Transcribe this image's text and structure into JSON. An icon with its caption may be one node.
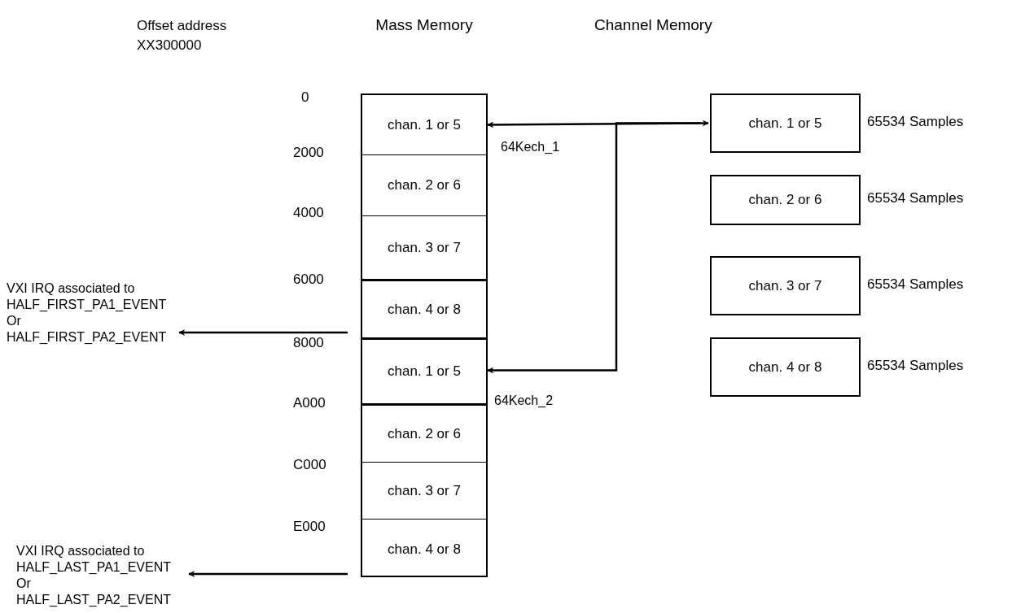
{
  "diagram": {
    "nodes": [
      {
        "text": [
          "Mass Memory"
        ]
      },
      {
        "text": [
          "chan. 1 or 5"
        ],
        "in": 0
      },
      {
        "text": [
          "chan. 2 or 6"
        ],
        "in": 0
      },
      {
        "text": [
          "chan. 3 or 7"
        ],
        "in": 0
      },
      {
        "text": [
          "chan. 4 or 8"
        ],
        "in": 0
      },
      {
        "text": [
          "chan. 1 or 5"
        ],
        "in": 0
      },
      {
        "text": [
          "chan. 2 or 6"
        ],
        "in": 0
      },
      {
        "text": [
          "chan. 3 or 7"
        ],
        "in": 0
      },
      {
        "text": [
          "chan. 4 or 8"
        ],
        "in": 0
      },
      {
        "text": [
          "chan. 1 or 5"
        ],
        "beside": [
          "65534 Samples"
        ]
      },
      {
        "text": [
          "chan. 2 or 6"
        ],
        "beside": [
          "65534 Samples"
        ]
      },
      {
        "text": [
          "chan. 3 or 7"
        ],
        "beside": [
          "65534 Samples"
        ]
      },
      {
        "text": [
          "chan. 4 or 8"
        ],
        "beside": [
          "65534 Samples"
        ]
      },
      {
        "text": [
          "VXI IRQ associated to HALF_FIRST_PA1_EVENT Or HALF_FIRST_PA2_EVENT"
        ]
      },
      {
        "text": [
          "VXI IRQ associated to HALF_LAST_PA1_EVENT Or HALF_LAST_PA2_EVENT"
        ]
      }
    ],
    "edges": [
      {
        "from": 1,
        "to": 9,
        "arrow": "both",
        "label": "64Kech_1"
      },
      {
        "from": 9,
        "to": 5,
        "arrow": "to",
        "label": "64Kech_2"
      },
      {
        "from": 4,
        "to": 13,
        "arrow": "to"
      },
      {
        "from": 8,
        "to": 14,
        "arrow": "to"
      }
    ],
    "labels": [
      "Offset address XX300000",
      "Channel Memory",
      "0",
      "2000",
      "4000",
      "6000",
      "8000",
      "A000",
      "C000",
      "E000"
    ]
  }
}
